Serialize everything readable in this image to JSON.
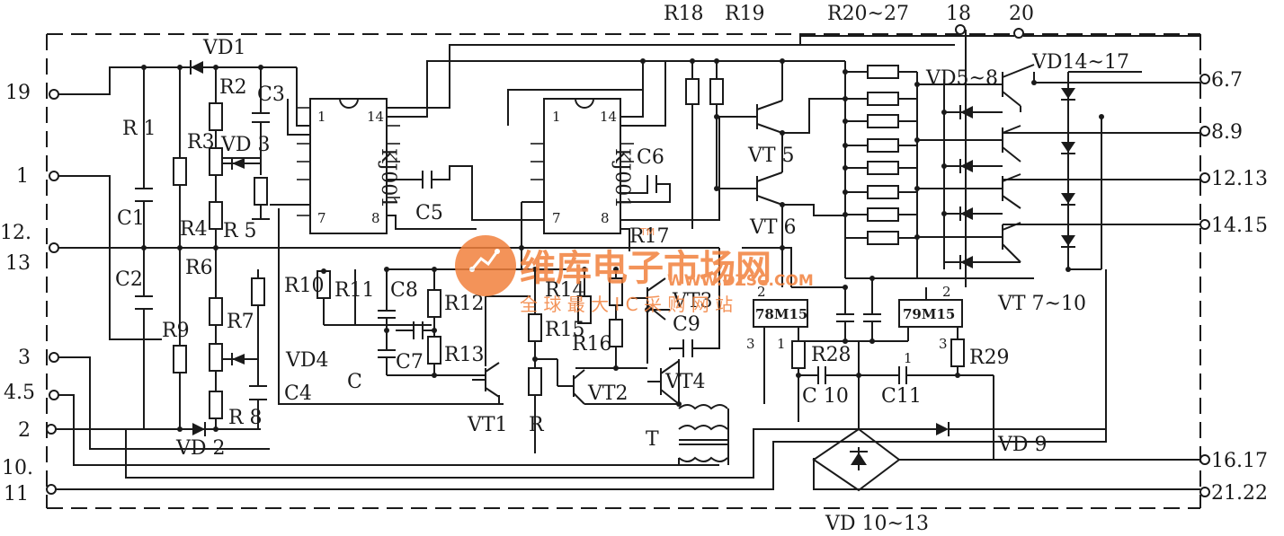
{
  "terminals": {
    "t19": "19",
    "t1": "1",
    "t12": "12.",
    "t13": "13",
    "t3": "3",
    "t45": "4.5",
    "t2": "2",
    "t10": "10.",
    "t11": "11",
    "t18": "18",
    "t20": "20",
    "t67": "6.7",
    "t89": "8.9",
    "t1213": "12.13",
    "t1415": "14.15",
    "t1617": "16.17",
    "t2122": "21.22"
  },
  "ics": {
    "u1": "KJ001",
    "u2": "KJ001",
    "pin1": "1",
    "pin14": "14",
    "pin7": "7",
    "pin8": "8",
    "reg1": "78M15",
    "reg2": "79M15",
    "r1p2": "2",
    "r1p3": "3",
    "r1p1": "1",
    "r2p2": "2",
    "r2p1": "1",
    "r2p3": "3"
  },
  "labels": {
    "vd1": "VD1",
    "r1": "R 1",
    "r2": "R2",
    "c3": "C3",
    "r3": "R3",
    "vd3": "VD 3",
    "c1": "C1",
    "r4": "R4",
    "r5": "R 5",
    "r6": "R6",
    "c2": "C2",
    "r7": "R7",
    "r9": "R9",
    "r8": "R 8",
    "vd2": "VD 2",
    "c5": "C5",
    "c6": "C6",
    "r10": "R10",
    "r11": "R11",
    "r12": "R12",
    "r13": "R13",
    "c7": "C7",
    "vd4": "VD4",
    "c4": "C4",
    "c": "C",
    "vt1": "VT1",
    "r": "R",
    "r14": "R14",
    "r15": "R15",
    "r16": "R16",
    "r17": "R17",
    "vt2": "VT2",
    "vt3": "VT3",
    "vt4": "VT4",
    "c8": "C8",
    "c9": "C9",
    "t": "T",
    "r18": "R18",
    "r19": "R19",
    "r2027": "R20~27",
    "vt5": "VT 5",
    "vt6": "VT 6",
    "vd58": "VD5~8",
    "vd1417": "VD14~17",
    "vt710": "VT 7~10",
    "r28": "R28",
    "r29": "R29",
    "c10": "C 10",
    "c11": "C11",
    "vd9": "VD 9",
    "vd1013": "VD 10~13"
  },
  "watermark": {
    "brand": "维库电子市场网",
    "tm": "TM",
    "url": "WWW.DZSC.COM",
    "slogan": "全 球 最 大 I C 采 购 网 站",
    "color": "#f2813d"
  }
}
